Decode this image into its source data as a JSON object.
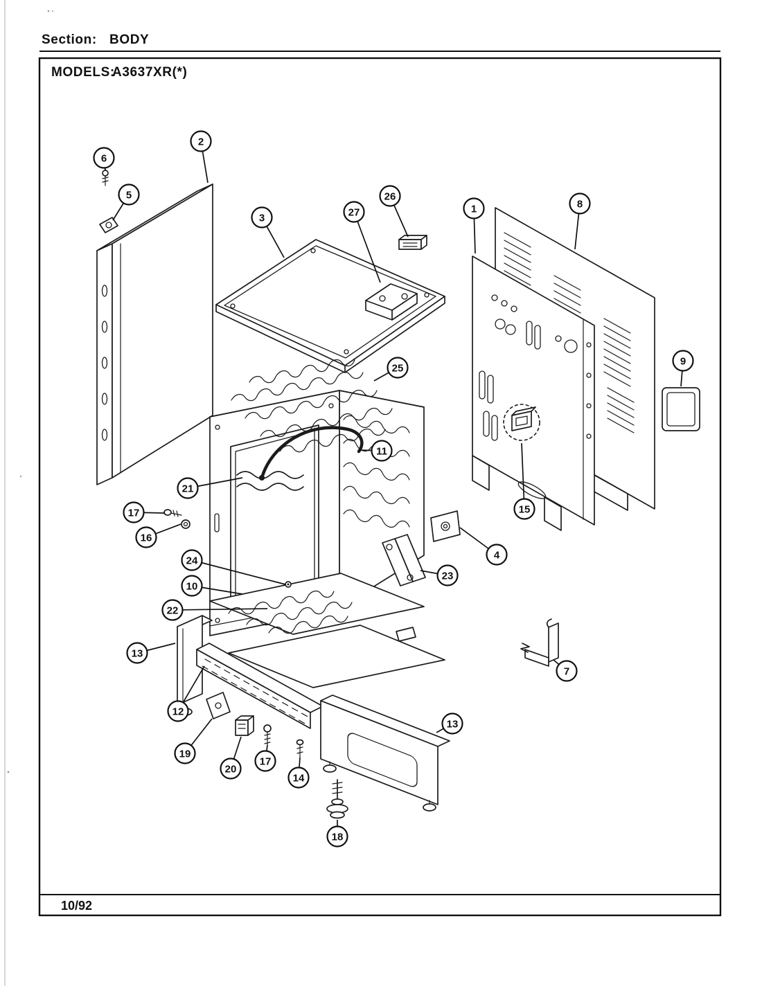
{
  "header": {
    "section_label": "Section:",
    "section_value": "BODY",
    "models_label": "MODELS:",
    "models_value": "A3637XR(*)"
  },
  "footer": {
    "revision_date": "10/92"
  },
  "diagram": {
    "callouts": [
      {
        "label": "2"
      },
      {
        "label": "6"
      },
      {
        "label": "5"
      },
      {
        "label": "3"
      },
      {
        "label": "27"
      },
      {
        "label": "26"
      },
      {
        "label": "1"
      },
      {
        "label": "8"
      },
      {
        "label": "9"
      },
      {
        "label": "25"
      },
      {
        "label": "11"
      },
      {
        "label": "21"
      },
      {
        "label": "17"
      },
      {
        "label": "16"
      },
      {
        "label": "15"
      },
      {
        "label": "4"
      },
      {
        "label": "23"
      },
      {
        "label": "24"
      },
      {
        "label": "10"
      },
      {
        "label": "22"
      },
      {
        "label": "13"
      },
      {
        "label": "7"
      },
      {
        "label": "12"
      },
      {
        "label": "19"
      },
      {
        "label": "20"
      },
      {
        "label": "17"
      },
      {
        "label": "14"
      },
      {
        "label": "13"
      },
      {
        "label": "18"
      }
    ]
  }
}
